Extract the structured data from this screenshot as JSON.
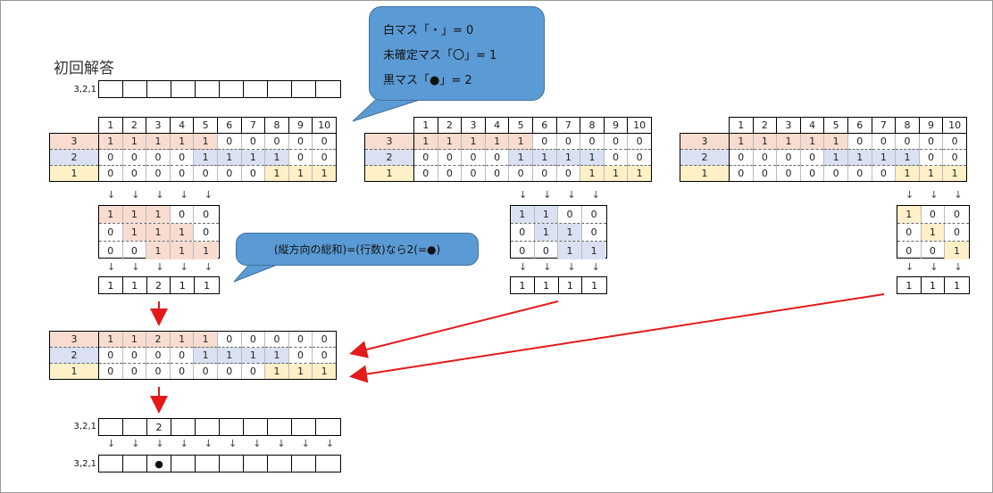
{
  "title": "初回解答",
  "hint_label": "3,2,1",
  "cols": [
    "1",
    "2",
    "3",
    "4",
    "5",
    "6",
    "7",
    "8",
    "9",
    "10"
  ],
  "row_labels": [
    "3",
    "2",
    "1"
  ],
  "grid_rows": [
    [
      "1",
      "1",
      "1",
      "1",
      "1",
      "0",
      "0",
      "0",
      "0",
      "0"
    ],
    [
      "0",
      "0",
      "0",
      "0",
      "1",
      "1",
      "1",
      "1",
      "0",
      "0"
    ],
    [
      "0",
      "0",
      "0",
      "0",
      "0",
      "0",
      "0",
      "1",
      "1",
      "1"
    ]
  ],
  "sub1_rows": [
    [
      "1",
      "1",
      "1",
      "0",
      "0"
    ],
    [
      "0",
      "1",
      "1",
      "1",
      "0"
    ],
    [
      "0",
      "0",
      "1",
      "1",
      "1"
    ]
  ],
  "sub1_sum": [
    "1",
    "1",
    "2",
    "1",
    "1"
  ],
  "sub2_rows": [
    [
      "1",
      "1",
      "0",
      "0"
    ],
    [
      "0",
      "1",
      "1",
      "0"
    ],
    [
      "0",
      "0",
      "1",
      "1"
    ]
  ],
  "sub2_sum": [
    "1",
    "1",
    "1",
    "1"
  ],
  "sub3_rows": [
    [
      "1",
      "0",
      "0"
    ],
    [
      "0",
      "1",
      "0"
    ],
    [
      "0",
      "0",
      "1"
    ]
  ],
  "sub3_sum": [
    "1",
    "1",
    "1"
  ],
  "combined_rows": [
    [
      "1",
      "1",
      "2",
      "1",
      "1",
      "0",
      "0",
      "0",
      "0",
      "0"
    ],
    [
      "0",
      "0",
      "0",
      "0",
      "1",
      "1",
      "1",
      "1",
      "0",
      "0"
    ],
    [
      "0",
      "0",
      "0",
      "0",
      "0",
      "0",
      "0",
      "1",
      "1",
      "1"
    ]
  ],
  "result_row": [
    "",
    "",
    "2",
    "",
    "",
    "",
    "",
    "",
    "",
    ""
  ],
  "final_row": [
    "",
    "",
    "●",
    "",
    "",
    "",
    "",
    "",
    "",
    ""
  ],
  "legend": {
    "line1": "白マス「・」= 0",
    "line2": "未確定マス「〇」= 1",
    "line3": "黒マス「●」= 2"
  },
  "note": "(縦方向の総和)=(行数)なら2(=●)",
  "down_arrow": "↓",
  "colors": {
    "row3": "#f8dcd0",
    "row2": "#d9e1f2",
    "row1": "#fff0c8",
    "bubble": "#5b9bd5",
    "red_arrow": "#e41a1a"
  }
}
